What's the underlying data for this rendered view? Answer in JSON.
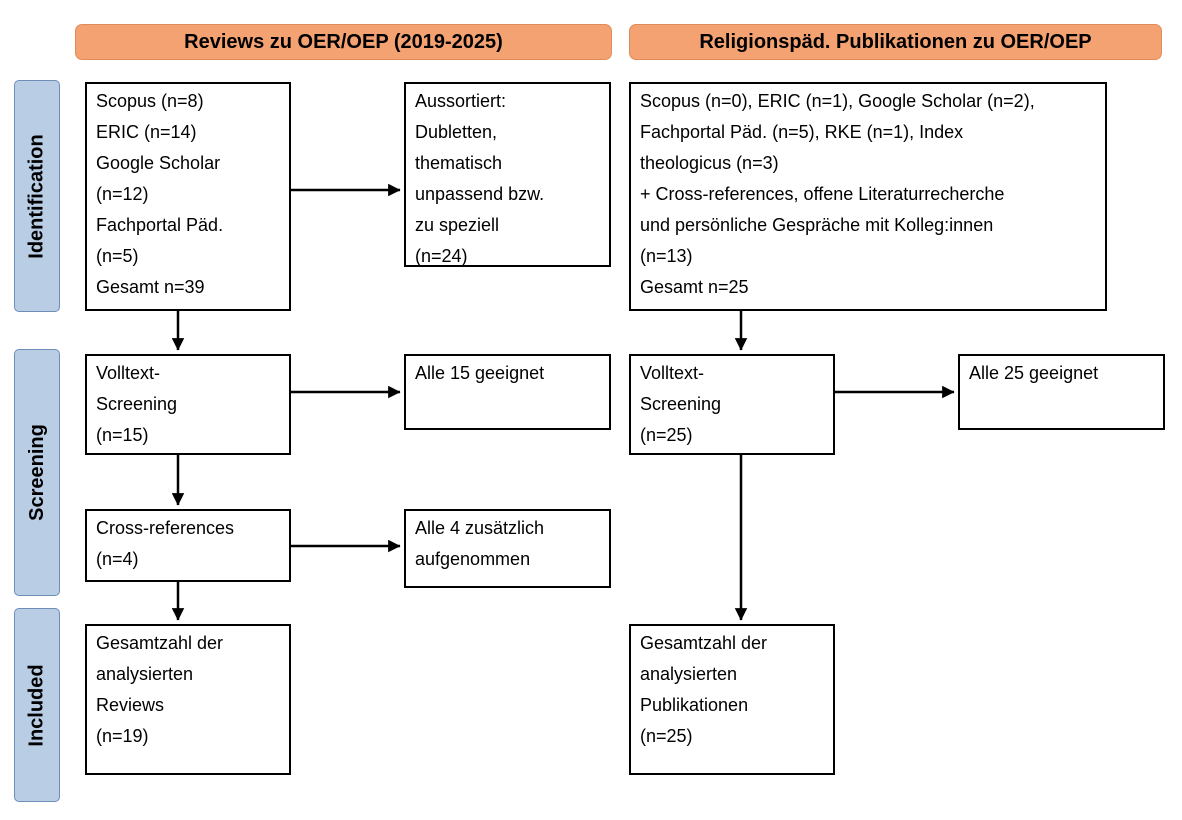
{
  "diagram": {
    "headers": {
      "left": "Reviews zu OER/OEP (2019-2025)",
      "right": "Religionspäd. Publikationen zu OER/OEP"
    },
    "stages": {
      "identification": "Identification",
      "screening": "Screening",
      "included": "Included"
    },
    "reviews": {
      "sources": "Scopus (n=8)\nERIC (n=14)\nGoogle Scholar\n(n=12)\nFachportal Päd.\n(n=5)\nGesamt n=39",
      "excluded": "Aussortiert:\nDubletten,\nthematisch\nunpassend bzw.\nzu speziell\n(n=24)",
      "fulltext_screening": "Volltext-\nScreening\n(n=15)",
      "screening_result": "Alle 15 geeignet",
      "crossref": "Cross-references\n(n=4)",
      "crossref_result": "Alle 4 zusätzlich\naufgenommen",
      "total": "Gesamtzahl der\nanalysierten\nReviews\n(n=19)"
    },
    "religionspaed": {
      "sources": "Scopus (n=0), ERIC (n=1), Google Scholar (n=2),\nFachportal Päd. (n=5), RKE (n=1), Index\ntheologicus (n=3)\n+ Cross-references, offene Literaturrecherche\nund persönliche Gespräche mit Kolleg:innen\n(n=13)\nGesamt n=25",
      "fulltext_screening": "Volltext-\nScreening\n(n=25)",
      "screening_result": "Alle 25 geeignet",
      "total": "Gesamtzahl der\nanalysierten\nPublikationen\n(n=25)"
    },
    "colors": {
      "header_fill": "#F4A272",
      "header_border": "#E08C5A",
      "stage_fill": "#B9CDE5",
      "stage_border": "#6F8DB9",
      "box_border": "#000000"
    }
  }
}
